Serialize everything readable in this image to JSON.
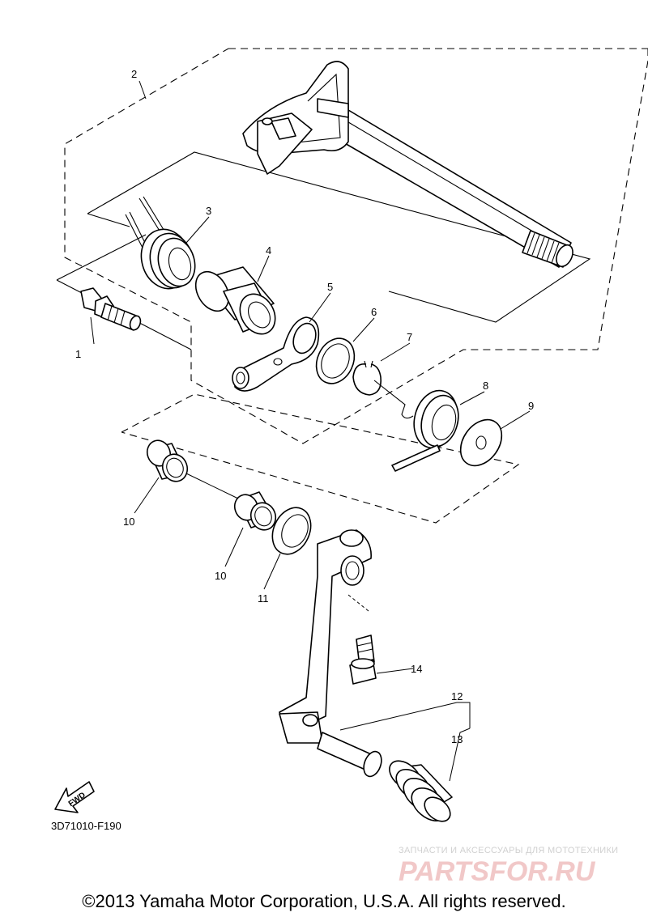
{
  "diagram": {
    "callouts": [
      {
        "id": "1",
        "label": "1"
      },
      {
        "id": "2",
        "label": "2"
      },
      {
        "id": "3",
        "label": "3"
      },
      {
        "id": "4",
        "label": "4"
      },
      {
        "id": "5",
        "label": "5"
      },
      {
        "id": "6",
        "label": "6"
      },
      {
        "id": "7",
        "label": "7"
      },
      {
        "id": "8",
        "label": "8"
      },
      {
        "id": "9",
        "label": "9"
      },
      {
        "id": "10a",
        "label": "10"
      },
      {
        "id": "10b",
        "label": "10"
      },
      {
        "id": "11",
        "label": "11"
      },
      {
        "id": "12",
        "label": "12"
      },
      {
        "id": "13",
        "label": "13"
      },
      {
        "id": "14",
        "label": "14"
      }
    ],
    "fwd_label": "FWD",
    "diagram_code": "3D71010-F190"
  },
  "watermark": {
    "tagline": "ЗАПЧАСТИ И АКСЕССУАРЫ ДЛЯ МОТОТЕХНИКИ",
    "logo_text": "PARTSFOR.RU"
  },
  "footer": {
    "copyright": "©2013 Yamaha Motor Corporation, U.S.A. All rights reserved."
  }
}
